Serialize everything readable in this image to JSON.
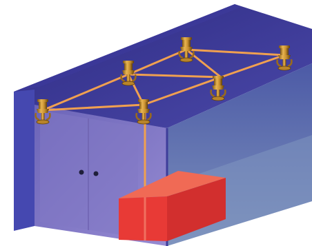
{
  "diagram": {
    "subject": "sprinkler-system-in-room",
    "colors": {
      "background": "#ffffff",
      "roof": "#3f3b96",
      "roof_dark": "#2e2a7e",
      "left_wall": "#4a4fb2",
      "back_wall": "#6e7ab8",
      "right_wall": "#6f86b0",
      "front_wall": "#8a7fc9",
      "floor": "#7f8fc0",
      "pipe": "#f0a050",
      "sprinkler_gold": "#c8902a",
      "sprinkler_dark": "#6a4a12",
      "box_front": "#e83a36",
      "box_top": "#f06a55",
      "box_side": "#c42a2a",
      "door_handle": "#1f1f3a"
    },
    "sprinklers": [
      {
        "name": "sprinkler-front-left"
      },
      {
        "name": "sprinkler-front-middle"
      },
      {
        "name": "sprinkler-mid-left"
      },
      {
        "name": "sprinkler-mid-center"
      },
      {
        "name": "sprinkler-back-middle"
      },
      {
        "name": "sprinkler-back-right"
      }
    ],
    "objects": [
      "door",
      "door-handles",
      "red-box",
      "pipe-network",
      "vertical-pipe"
    ]
  }
}
